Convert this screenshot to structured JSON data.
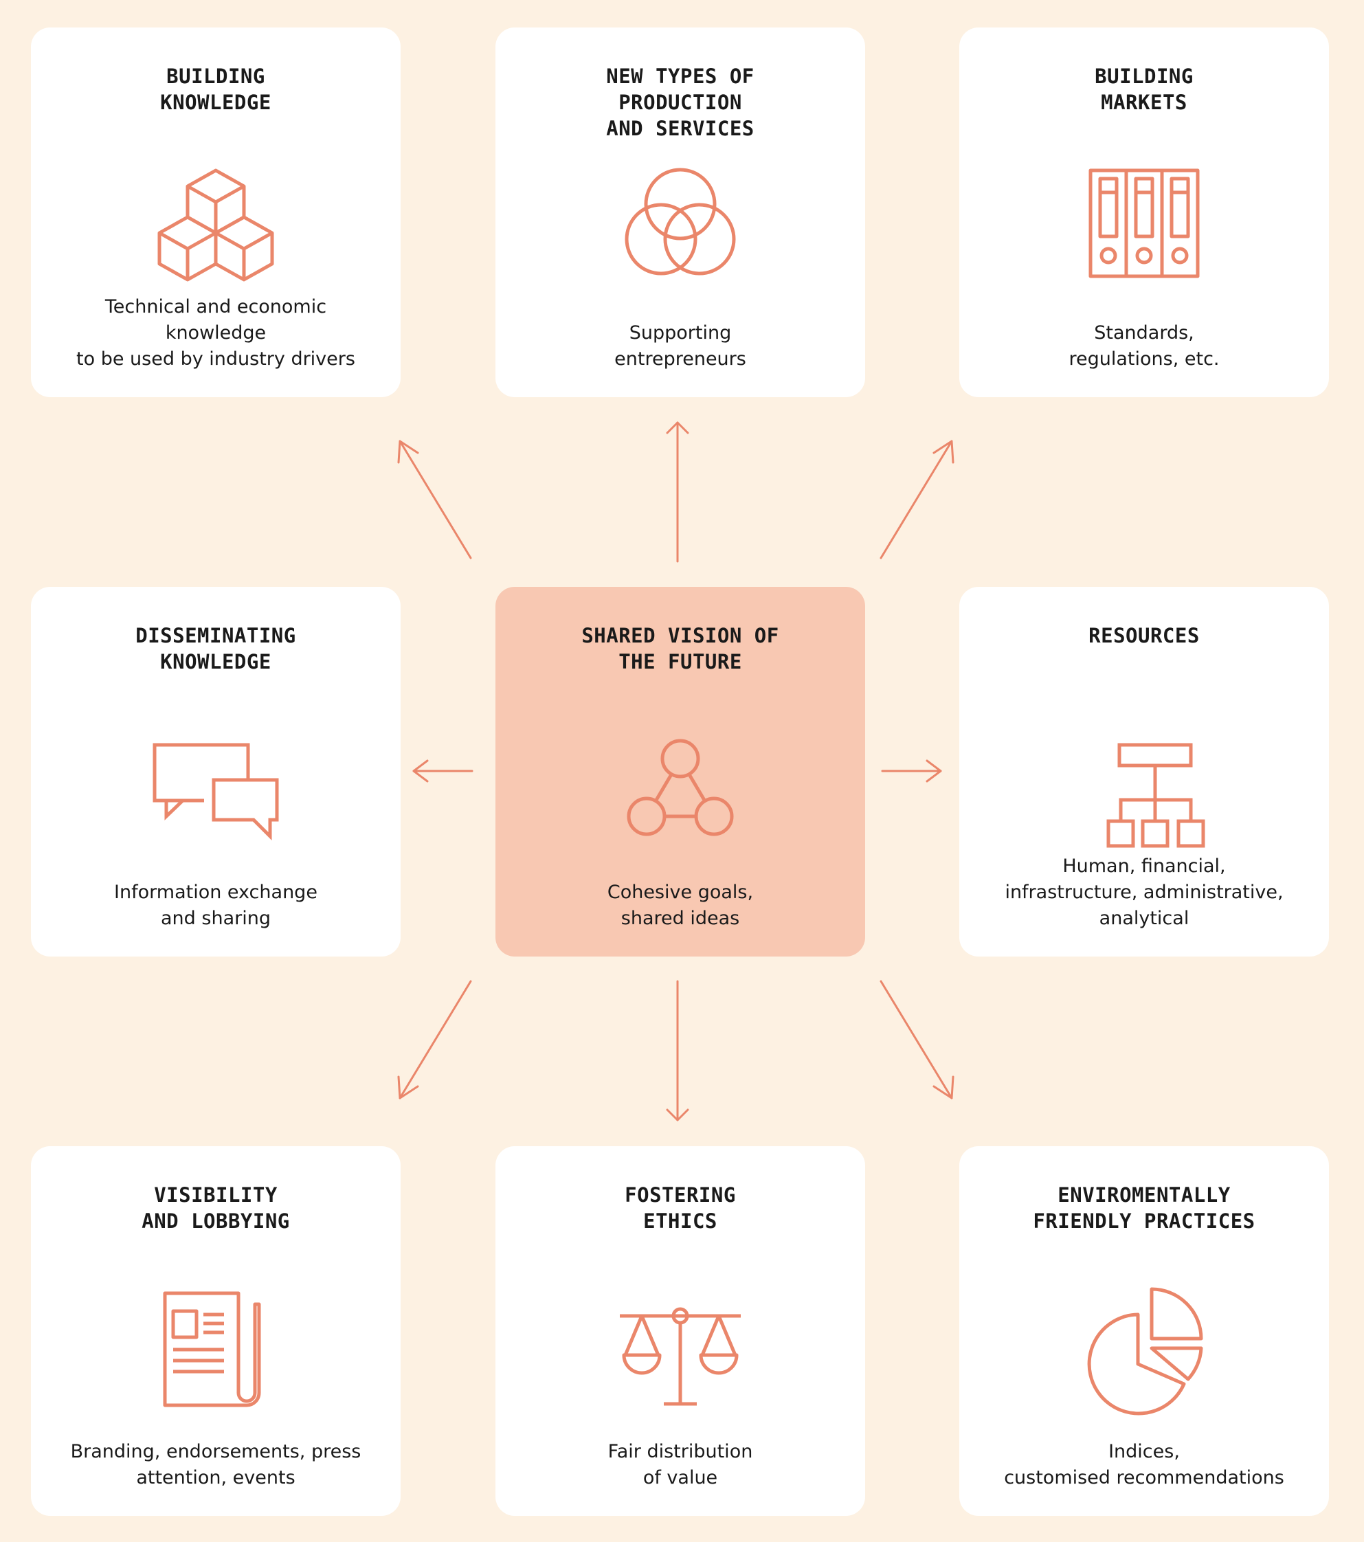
{
  "colors": {
    "background": "#fdf1e2",
    "card": "#ffffff",
    "center_card": "#f8c8b2",
    "accent": "#ea866a",
    "text": "#1a1a1a"
  },
  "cards": [
    {
      "title": "BUILDING\nKNOWLEDGE",
      "icon": "cubes-icon",
      "description": "Technical and economic\nknowledge\nto be used by industry drivers"
    },
    {
      "title": "NEW TYPES OF\nPRODUCTION\nAND SERVICES",
      "icon": "venn-circles-icon",
      "description": "Supporting\nentrepreneurs"
    },
    {
      "title": "BUILDING\nMARKETS",
      "icon": "binders-icon",
      "description": "Standards,\nregulations, etc."
    },
    {
      "title": "DISSEMINATING\nKNOWLEDGE",
      "icon": "speech-bubbles-icon",
      "description": "Information exchange\nand sharing"
    },
    {
      "title": "SHARED VISION OF\nTHE FUTURE",
      "icon": "network-nodes-icon",
      "description": "Cohesive goals,\nshared ideas"
    },
    {
      "title": "RESOURCES",
      "icon": "org-chart-icon",
      "description": "Human, financial,\ninfrastructure, administrative,\nanalytical"
    },
    {
      "title": "VISIBILITY\nAND LOBBYING",
      "icon": "newspaper-icon",
      "description": "Branding, endorsements, press\nattention, events"
    },
    {
      "title": "FOSTERING\nETHICS",
      "icon": "scales-icon",
      "description": "Fair distribution\nof value"
    },
    {
      "title": "ENVIROMENTALLY\nFRIENDLY PRACTICES",
      "icon": "pie-chart-icon",
      "description": "Indices,\ncustomised recommendations"
    }
  ]
}
